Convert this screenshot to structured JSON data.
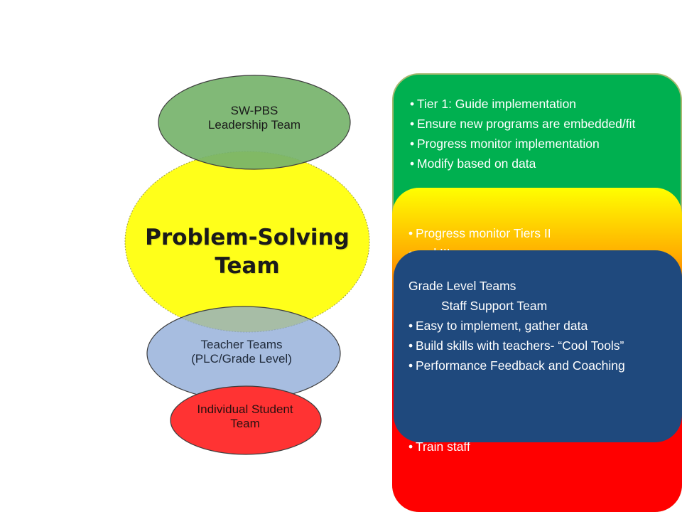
{
  "ellipses": {
    "leadership": {
      "lines": [
        "SW-PBS",
        "Leadership Team"
      ],
      "color": "#76b36b"
    },
    "problem_solving": {
      "lines": [
        "Problem-Solving",
        "Team"
      ],
      "color": "#ffff1a"
    },
    "teacher": {
      "lines": [
        "Teacher Teams",
        "(PLC/Grade Level)"
      ],
      "color": "#a6bfdf"
    },
    "student": {
      "lines": [
        "Individual Student",
        "Team"
      ],
      "color": "#ff3333"
    }
  },
  "boxes": {
    "green": {
      "color": "#00b050",
      "bullets": [
        "Tier 1: Guide implementation",
        "Ensure new programs are embedded/fit",
        "Progress monitor implementation",
        "Modify based on data"
      ]
    },
    "orange": {
      "color": "#ff0000",
      "bullets": [
        "Progress monitor Tiers II",
        "and III"
      ],
      "bottom_bullet": "Train staff"
    },
    "blue": {
      "color": "#1f497d",
      "heading": "Grade Level Teams",
      "subheading": "Staff Support Team",
      "bullets": [
        "Easy to implement, gather data",
        "Build skills with teachers- “Cool Tools”",
        "Performance Feedback and Coaching"
      ]
    }
  }
}
